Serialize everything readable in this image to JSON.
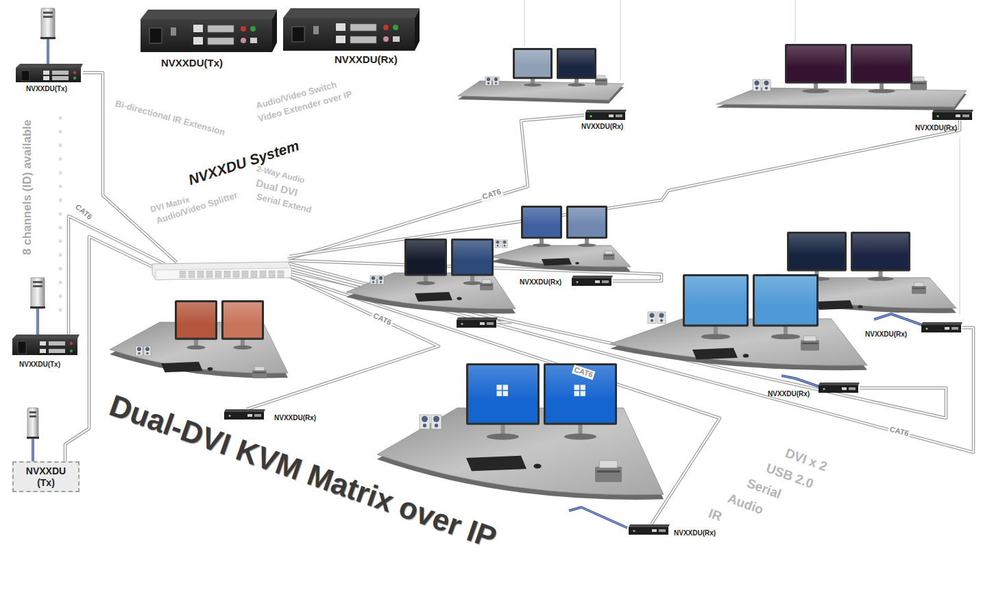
{
  "diagram": {
    "title": "Dual-DVI KVM Matrix over IP",
    "nodes": [
      {
        "text": [
          "NVXXDU(Tx)"
        ]
      },
      {
        "text": [
          "NVXXDU(Rx)"
        ]
      },
      {
        "text": [
          "NVXXDU(Tx)"
        ]
      },
      {
        "text": [
          "NVXXDU(Rx)"
        ]
      },
      {
        "text": [
          "NVXXDU(Rx)"
        ]
      },
      {
        "text": [
          "NVXXDU(Rx)"
        ]
      },
      {
        "text": [
          "NVXXDU(Rx)"
        ]
      },
      {
        "text": [
          "NVXXDU(Tx)"
        ]
      },
      {
        "text": [
          "NVXXDU(Rx)"
        ]
      },
      {
        "text": [
          "NVXXDU(Rx)"
        ]
      },
      {
        "text": [
          "NVXXDU (Tx)"
        ]
      },
      {
        "text": [
          "NVXXDU(Rx)"
        ]
      }
    ],
    "labels": [
      "Audio/Video Switch",
      "Video Extender over IP",
      "Bi-directional IR Extension",
      "NVXXDU System",
      "2-Way Audio",
      "Dual DVI",
      "Serial Extend",
      "DVI Matrix",
      "Audio/Video Splitter",
      "8 channels (ID) available",
      "CAT6",
      "CAT6",
      "CAT6",
      "CAT6",
      "CAT6",
      "DVI x 2",
      "USB 2.0",
      "Serial",
      "Audio",
      "IR"
    ]
  }
}
